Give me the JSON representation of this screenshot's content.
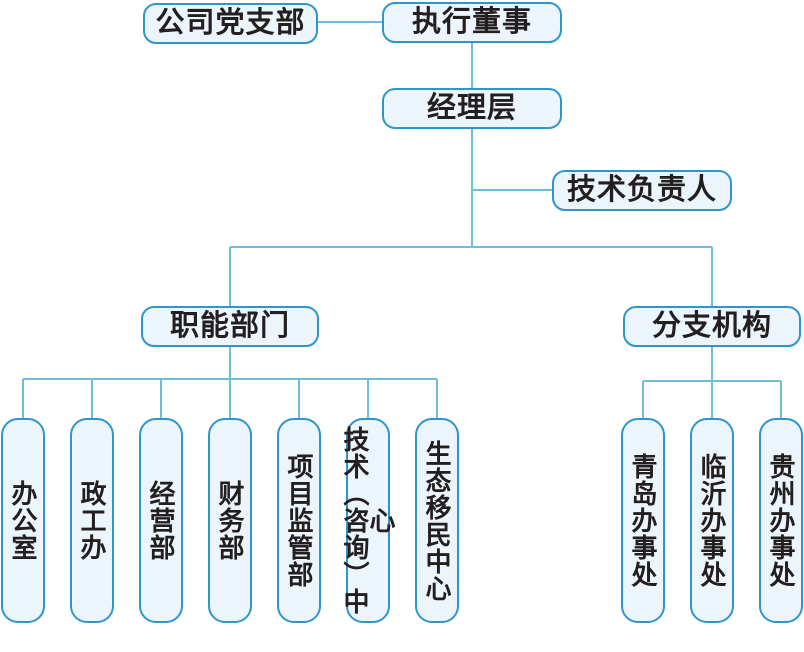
{
  "org_chart": {
    "nodes": {
      "party_branch": "公司党支部",
      "executive_director": "执行董事",
      "management_level": "经理层",
      "technical_lead": "技术负责人",
      "functional_departments": "职能部门",
      "branch_offices": "分支机构"
    },
    "functional_children": [
      {
        "label": "办公室"
      },
      {
        "label": "政工办"
      },
      {
        "label": "经营部"
      },
      {
        "label": "财务部"
      },
      {
        "label": "项目监管部"
      },
      {
        "label": "技术（咨询）中心"
      },
      {
        "label": "生态移民中心"
      }
    ],
    "branch_children": [
      {
        "label": "青岛办事处"
      },
      {
        "label": "临沂办事处"
      },
      {
        "label": "贵州办事处"
      }
    ],
    "colors": {
      "box_border": "#2f95cc",
      "box_fill": "#ecf5fb",
      "connector": "#6fbcdd",
      "text": "#231f20"
    }
  }
}
